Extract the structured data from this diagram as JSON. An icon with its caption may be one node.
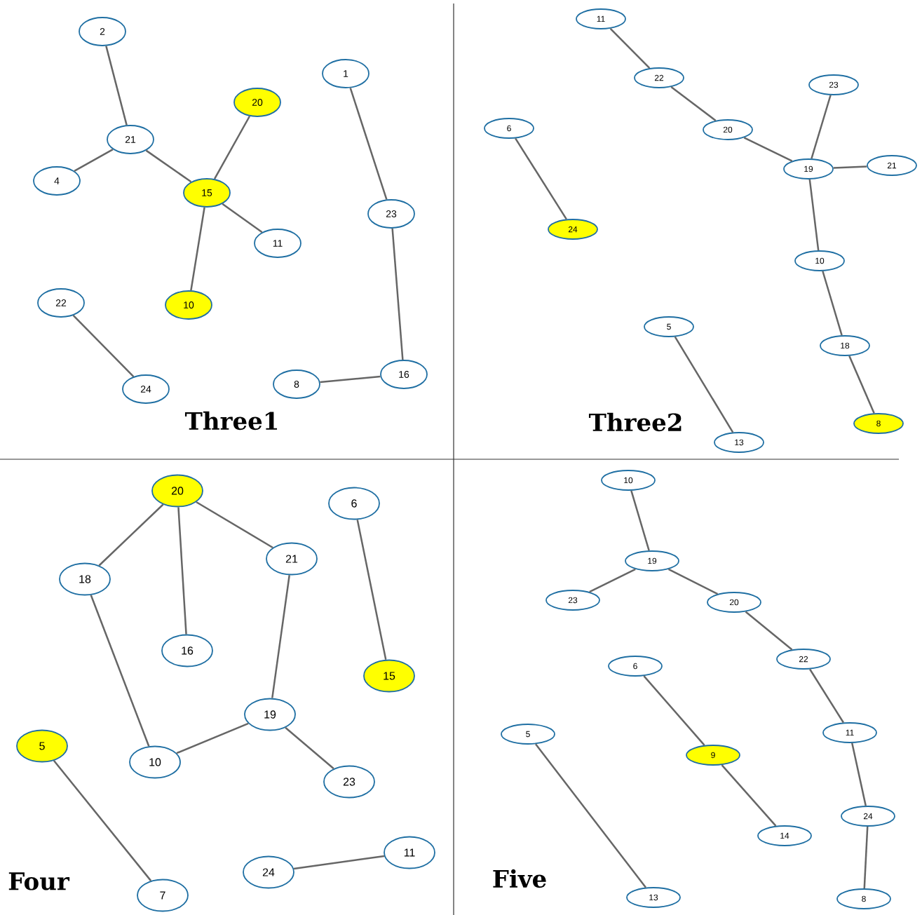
{
  "diagram": {
    "nodes": [
      {
        "text": [
          "2"
        ]
      },
      {
        "text": [
          "1"
        ]
      },
      {
        "text": [
          "20"
        ]
      },
      {
        "text": [
          "21"
        ]
      },
      {
        "text": [
          "4"
        ]
      },
      {
        "text": [
          "15"
        ]
      },
      {
        "text": [
          "23"
        ]
      },
      {
        "text": [
          "11"
        ]
      },
      {
        "text": [
          "22"
        ]
      },
      {
        "text": [
          "10"
        ]
      },
      {
        "text": [
          "24"
        ]
      },
      {
        "text": [
          "8"
        ]
      },
      {
        "text": [
          "16"
        ]
      },
      {
        "text": [
          "11"
        ]
      },
      {
        "text": [
          "22"
        ]
      },
      {
        "text": [
          "23"
        ]
      },
      {
        "text": [
          "6"
        ]
      },
      {
        "text": [
          "20"
        ]
      },
      {
        "text": [
          "19"
        ]
      },
      {
        "text": [
          "21"
        ]
      },
      {
        "text": [
          "24"
        ]
      },
      {
        "text": [
          "10"
        ]
      },
      {
        "text": [
          "5"
        ]
      },
      {
        "text": [
          "18"
        ]
      },
      {
        "text": [
          "8"
        ]
      },
      {
        "text": [
          "13"
        ]
      },
      {
        "text": [
          "20"
        ]
      },
      {
        "text": [
          "6"
        ]
      },
      {
        "text": [
          "21"
        ]
      },
      {
        "text": [
          "18"
        ]
      },
      {
        "text": [
          "16"
        ]
      },
      {
        "text": [
          "15"
        ]
      },
      {
        "text": [
          "19"
        ]
      },
      {
        "text": [
          "5"
        ]
      },
      {
        "text": [
          "10"
        ]
      },
      {
        "text": [
          "23"
        ]
      },
      {
        "text": [
          "11"
        ]
      },
      {
        "text": [
          "24"
        ]
      },
      {
        "text": [
          "7"
        ]
      },
      {
        "text": [
          "10"
        ]
      },
      {
        "text": [
          "19"
        ]
      },
      {
        "text": [
          "23"
        ]
      },
      {
        "text": [
          "20"
        ]
      },
      {
        "text": [
          "22"
        ]
      },
      {
        "text": [
          "6"
        ]
      },
      {
        "text": [
          "5"
        ]
      },
      {
        "text": [
          "11"
        ]
      },
      {
        "text": [
          "9"
        ]
      },
      {
        "text": [
          "24"
        ]
      },
      {
        "text": [
          "14"
        ]
      },
      {
        "text": [
          "13"
        ]
      },
      {
        "text": [
          "8"
        ]
      }
    ],
    "edges": [
      {
        "from": 0,
        "to": 3,
        "arrow": "none"
      },
      {
        "from": 3,
        "to": 4,
        "arrow": "none"
      },
      {
        "from": 3,
        "to": 5,
        "arrow": "none"
      },
      {
        "from": 5,
        "to": 2,
        "arrow": "none"
      },
      {
        "from": 5,
        "to": 7,
        "arrow": "none"
      },
      {
        "from": 5,
        "to": 9,
        "arrow": "none"
      },
      {
        "from": 1,
        "to": 6,
        "arrow": "none"
      },
      {
        "from": 6,
        "to": 12,
        "arrow": "none"
      },
      {
        "from": 11,
        "to": 12,
        "arrow": "none"
      },
      {
        "from": 8,
        "to": 10,
        "arrow": "none"
      },
      {
        "from": 13,
        "to": 14,
        "arrow": "none"
      },
      {
        "from": 14,
        "to": 17,
        "arrow": "none"
      },
      {
        "from": 17,
        "to": 18,
        "arrow": "none"
      },
      {
        "from": 18,
        "to": 15,
        "arrow": "none"
      },
      {
        "from": 18,
        "to": 19,
        "arrow": "none"
      },
      {
        "from": 18,
        "to": 21,
        "arrow": "none"
      },
      {
        "from": 21,
        "to": 23,
        "arrow": "none"
      },
      {
        "from": 23,
        "to": 24,
        "arrow": "none"
      },
      {
        "from": 16,
        "to": 20,
        "arrow": "none"
      },
      {
        "from": 22,
        "to": 25,
        "arrow": "none"
      },
      {
        "from": 26,
        "to": 29,
        "arrow": "none"
      },
      {
        "from": 26,
        "to": 30,
        "arrow": "none"
      },
      {
        "from": 26,
        "to": 28,
        "arrow": "none"
      },
      {
        "from": 28,
        "to": 32,
        "arrow": "none"
      },
      {
        "from": 29,
        "to": 34,
        "arrow": "none"
      },
      {
        "from": 34,
        "to": 32,
        "arrow": "none"
      },
      {
        "from": 32,
        "to": 35,
        "arrow": "none"
      },
      {
        "from": 27,
        "to": 31,
        "arrow": "none"
      },
      {
        "from": 33,
        "to": 38,
        "arrow": "none"
      },
      {
        "from": 37,
        "to": 36,
        "arrow": "none"
      },
      {
        "from": 39,
        "to": 40,
        "arrow": "none"
      },
      {
        "from": 40,
        "to": 41,
        "arrow": "none"
      },
      {
        "from": 40,
        "to": 42,
        "arrow": "none"
      },
      {
        "from": 42,
        "to": 43,
        "arrow": "none"
      },
      {
        "from": 43,
        "to": 46,
        "arrow": "none"
      },
      {
        "from": 46,
        "to": 48,
        "arrow": "none"
      },
      {
        "from": 48,
        "to": 51,
        "arrow": "none"
      },
      {
        "from": 44,
        "to": 47,
        "arrow": "none"
      },
      {
        "from": 47,
        "to": 49,
        "arrow": "none"
      },
      {
        "from": 45,
        "to": 50,
        "arrow": "none"
      }
    ],
    "labels": [
      "Three1",
      "Three2",
      "Four",
      "Five"
    ]
  }
}
